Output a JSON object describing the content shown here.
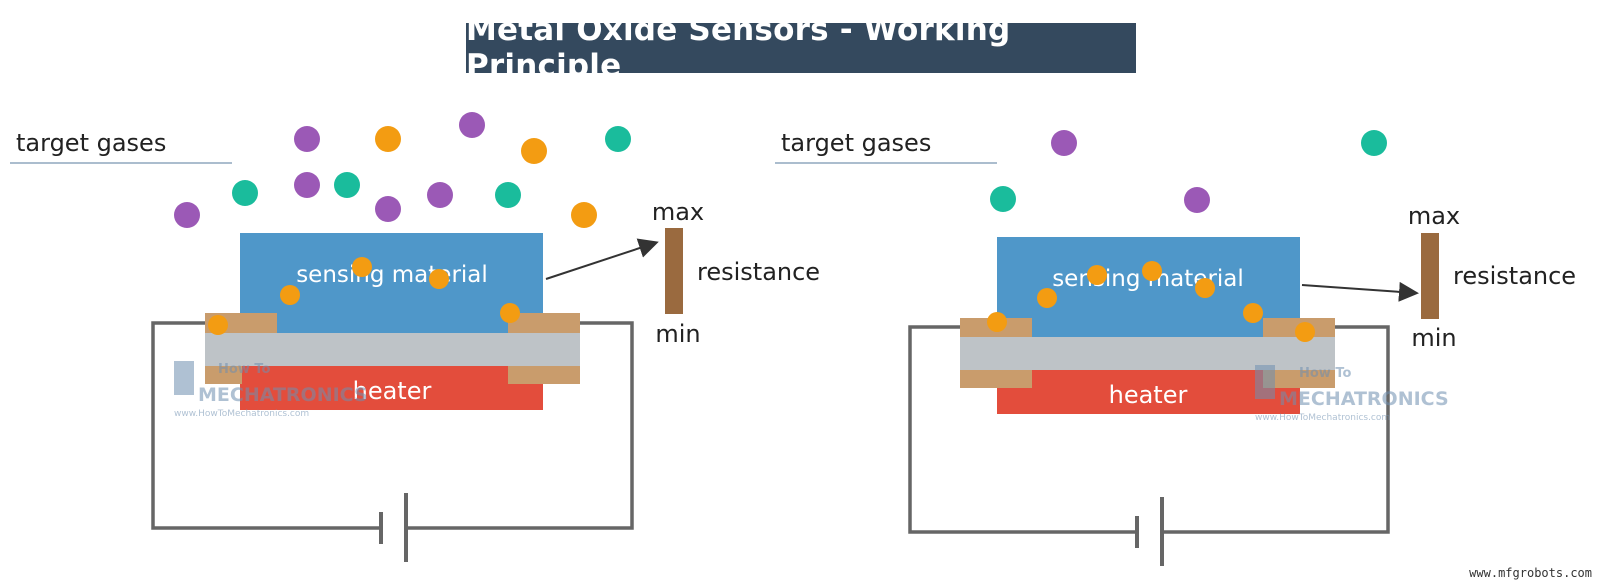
{
  "title": "Metal Oxide Sensors - Working Principle",
  "colors": {
    "title_bg": "#34495e",
    "sensing": "#4f97c9",
    "heater": "#e34d3c",
    "substrate": "#bec3c7",
    "electrode": "#c99c6c",
    "resistance_bar": "#9a6a3f",
    "gas_purple": "#9b59b6",
    "gas_teal": "#1abc9c",
    "electron_orange": "#f39c12",
    "wire": "#666666"
  },
  "panels": [
    {
      "target_label": "target gases",
      "sensing_label": "sensing material",
      "heater_label": "heater",
      "max_label": "max",
      "min_label": "min",
      "resistance_label": "resistance",
      "watermark_top": "How To",
      "watermark_main": "MECHATRONICS",
      "watermark_url": "www.HowToMechatronics.com"
    },
    {
      "target_label": "target gases",
      "sensing_label": "sensing material",
      "heater_label": "heater",
      "max_label": "max",
      "min_label": "min",
      "resistance_label": "resistance",
      "watermark_top": "How To",
      "watermark_main": "MECHATRONICS",
      "watermark_url": "www.HowToMechatronics.com"
    }
  ],
  "credit": "www.mfgrobots.com"
}
